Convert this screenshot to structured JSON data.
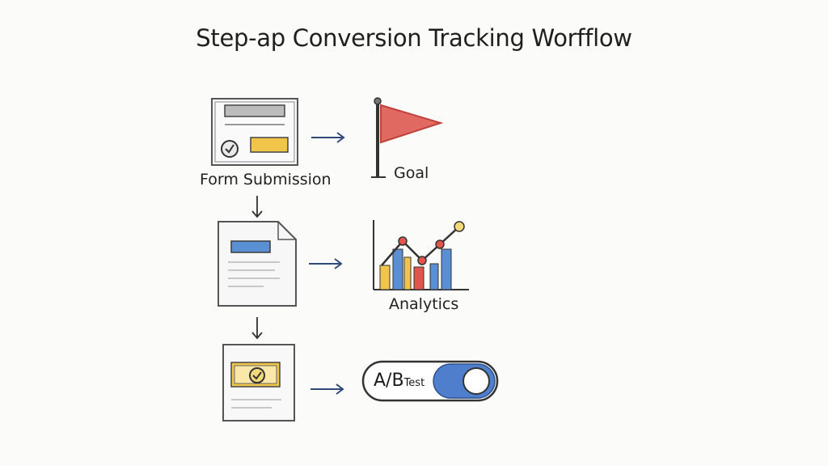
{
  "title": "Step-ap Conversion Tracking Worfflow",
  "steps": [
    {
      "label": "Form Submission",
      "icon": "form-icon"
    },
    {
      "label": "Goal",
      "icon": "flag-icon"
    },
    {
      "label": "Analytics",
      "icon": "analytics-chart-icon"
    },
    {
      "label": "A/B",
      "sub": "Test",
      "icon": "toggle-switch-icon"
    }
  ],
  "colors": {
    "ink": "#2e2e2e",
    "arrow": "#2f4a78",
    "yellow": "#f1c44a",
    "blue": "#5b8fd4",
    "red": "#e2554a",
    "flag": "#e06a62",
    "toggle": "#4f7fcc"
  }
}
